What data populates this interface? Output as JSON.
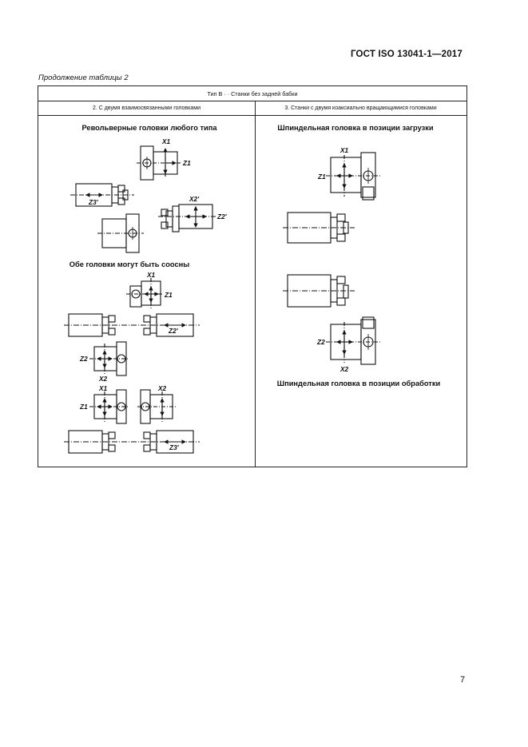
{
  "header": {
    "standard_code": "ГОСТ ISO 13041-1—2017"
  },
  "caption": "Продолжение таблицы 2",
  "table": {
    "type_header": "Тип В · · Станки без задней бабки",
    "col1_header": "2. С двумя взаимосвязанными головками",
    "col2_header": "3. Станки с двумя коаксиально вращающимися головками"
  },
  "figures": {
    "left_title_1": "Револьверные головки любого типа",
    "left_title_2": "Обе головки могут быть соосны",
    "right_title_1": "Шпиндельная головка в позиции загрузки",
    "right_title_2": "Шпиндельная головка в позиции обработки"
  },
  "axis_labels": {
    "x1": "X1",
    "z1": "Z1",
    "x2": "X2",
    "z2": "Z2",
    "x2p": "X2'",
    "z2p": "Z2'",
    "z3p": "Z3'"
  },
  "page_number": "7"
}
